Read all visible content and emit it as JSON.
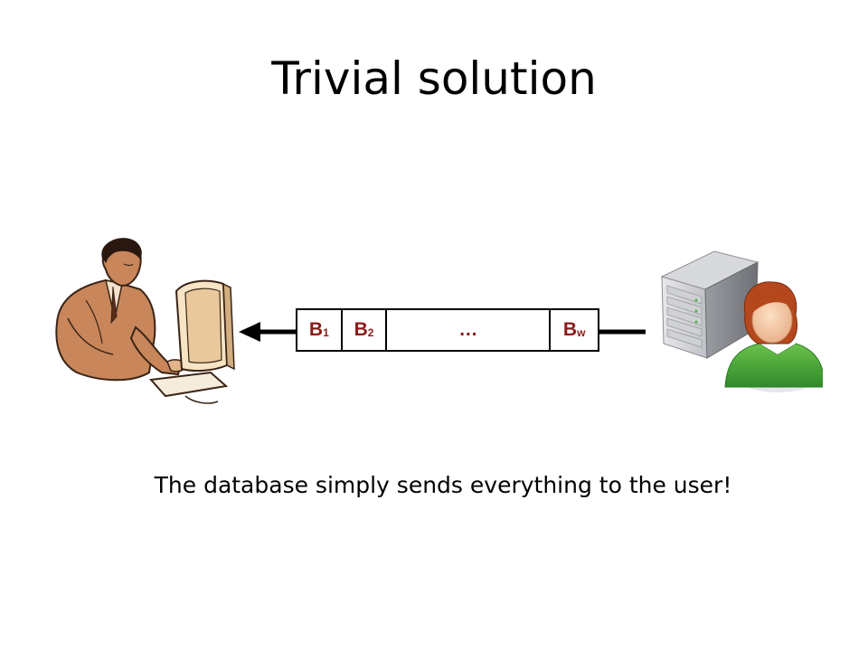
{
  "slide": {
    "title": "Trivial solution",
    "caption": "The database simply sends everything to the user!"
  },
  "blocks": [
    {
      "base": "B",
      "sub": "1"
    },
    {
      "base": "B",
      "sub": "2"
    },
    {
      "text": "…"
    },
    {
      "base": "B",
      "sub": "w"
    }
  ],
  "colors": {
    "block_text": "#8b1a1a",
    "arrow": "#000000"
  },
  "icons": {
    "user": "user-at-computer-icon",
    "server": "database-server-icon",
    "arrow": "arrow-left-icon"
  }
}
